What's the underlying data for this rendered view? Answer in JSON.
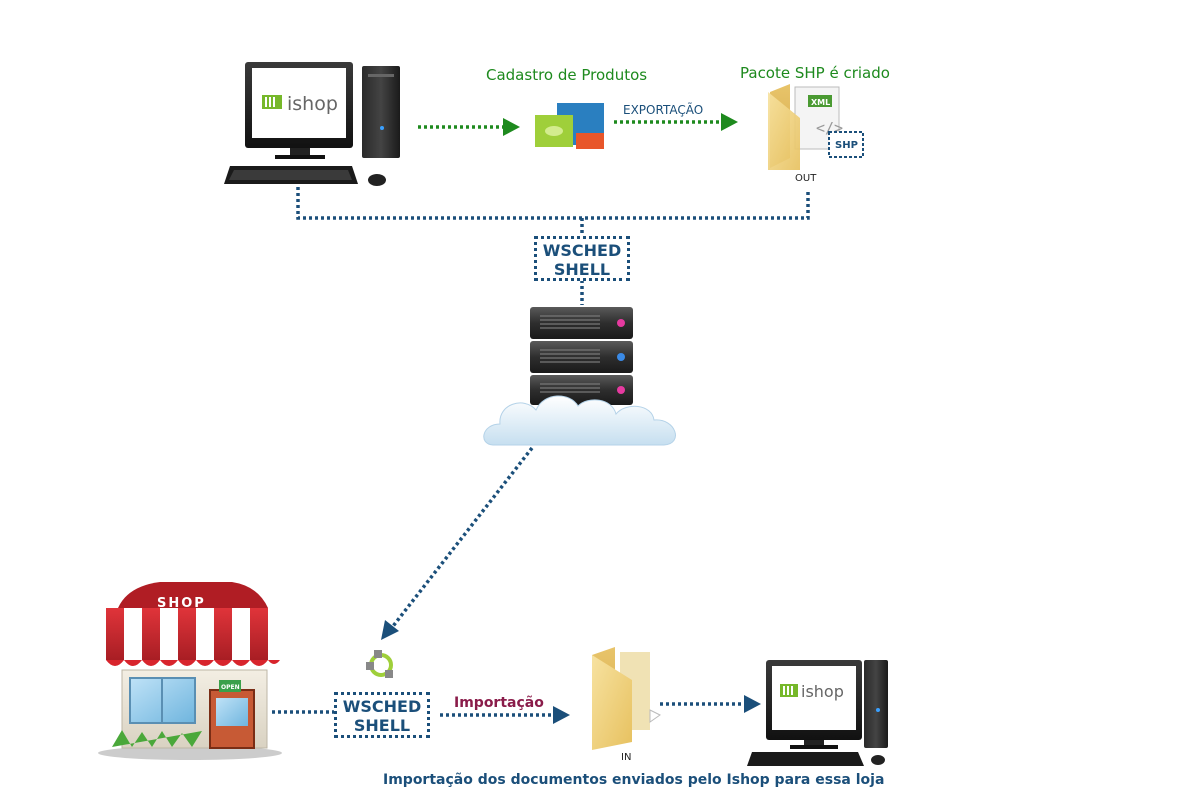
{
  "labels": {
    "cadastro": "Cadastro de Produtos",
    "pacote": "Pacote SHP é criado",
    "exportacao": "EXPORTAÇÃO",
    "out": "OUT",
    "in": "IN",
    "importacao": "Importação",
    "footer": "Importação dos documentos enviados pelo Ishop para essa loja"
  },
  "boxes": {
    "wsched_top_line1": "WSCHED",
    "wsched_top_line2": "SHELL",
    "wsched_bottom_line1": "WSCHED",
    "wsched_bottom_line2": "SHELL"
  },
  "icons": {
    "ishop_logo_text": "ishop",
    "xml_tag": "XML",
    "shp_tag": "SHP",
    "shop_sign": "SHOP",
    "open_sign": "OPEN"
  },
  "colors": {
    "green_flow": "#1e8a1e",
    "blue_flow": "#1b4f7a",
    "import_label": "#8a1c4a"
  }
}
